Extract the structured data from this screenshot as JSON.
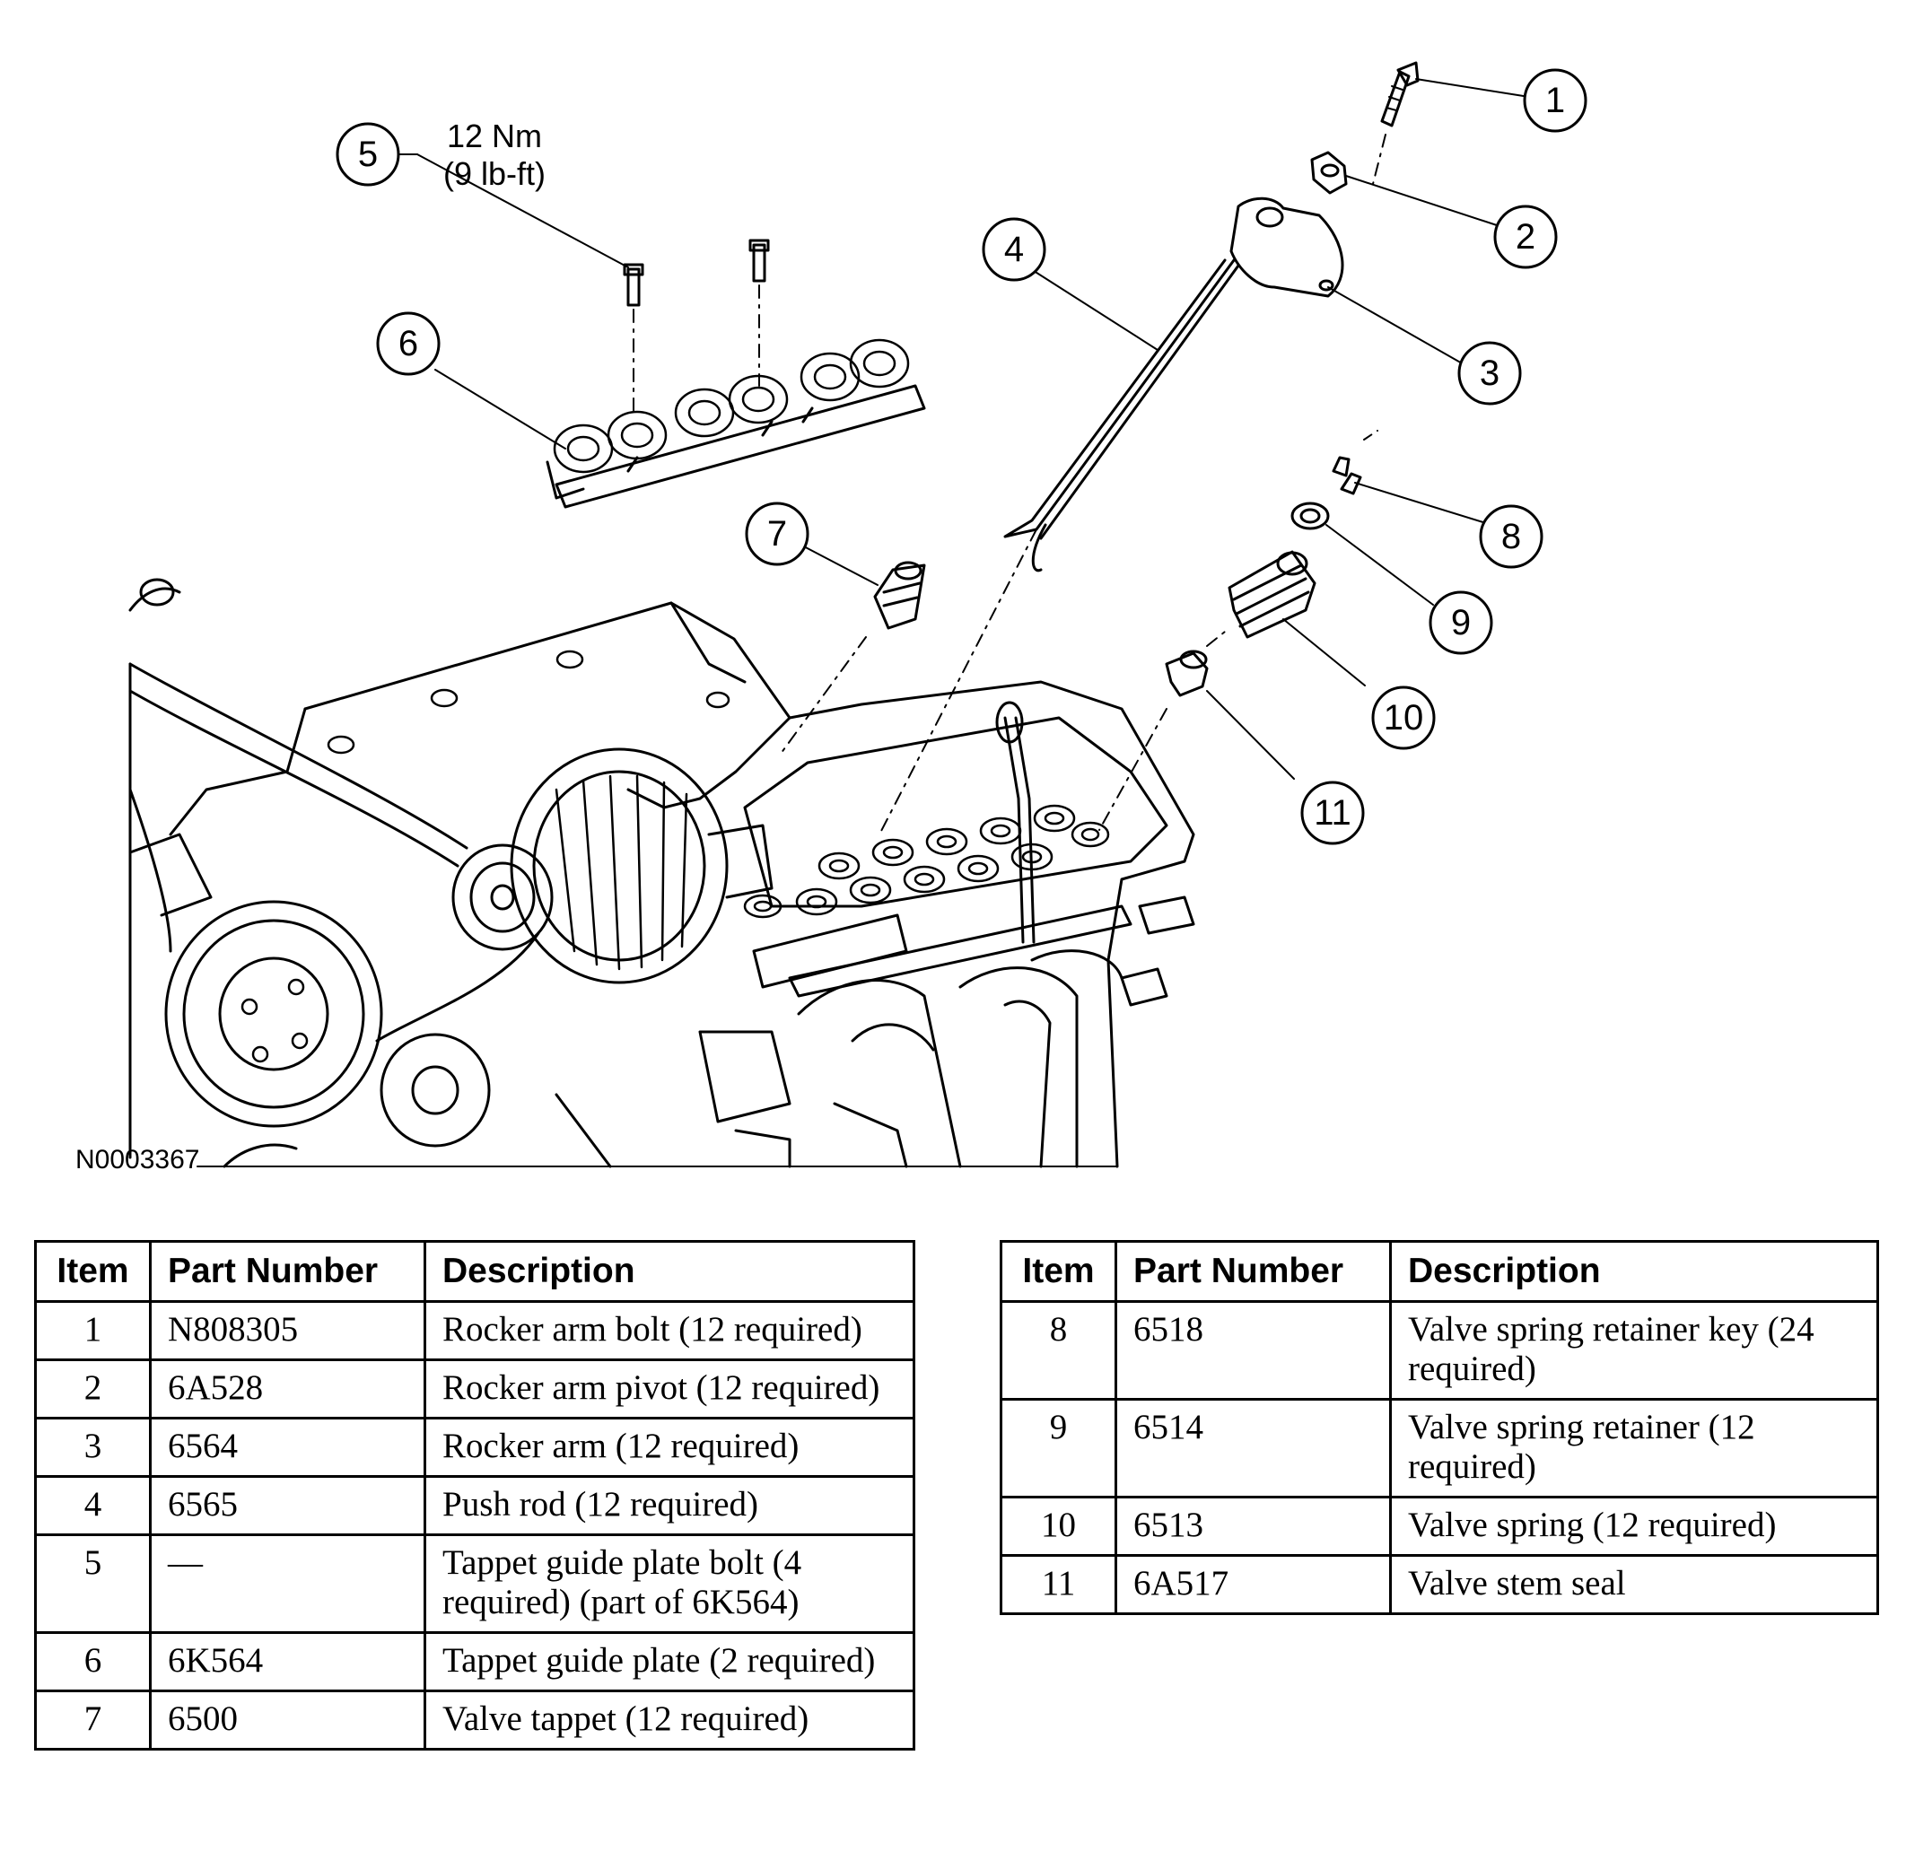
{
  "figure": {
    "code": "N0003367",
    "torque": {
      "nm": "12 Nm",
      "lbft": "(9 lb-ft)"
    },
    "callouts": [
      "1",
      "2",
      "3",
      "4",
      "5",
      "6",
      "7",
      "8",
      "9",
      "10",
      "11"
    ]
  },
  "table_headers": {
    "item": "Item",
    "part_number": "Part Number",
    "description": "Description"
  },
  "table_left": [
    {
      "item": "1",
      "part": "N808305",
      "desc": "Rocker arm bolt (12 required)"
    },
    {
      "item": "2",
      "part": "6A528",
      "desc": "Rocker arm pivot (12 required)"
    },
    {
      "item": "3",
      "part": "6564",
      "desc": "Rocker arm (12 required)"
    },
    {
      "item": "4",
      "part": "6565",
      "desc": "Push rod (12 required)"
    },
    {
      "item": "5",
      "part": "—",
      "desc": "Tappet guide plate bolt (4 required) (part of 6K564)"
    },
    {
      "item": "6",
      "part": "6K564",
      "desc": "Tappet guide plate (2 required)"
    },
    {
      "item": "7",
      "part": "6500",
      "desc": "Valve tappet (12 required)"
    }
  ],
  "table_right": [
    {
      "item": "8",
      "part": "6518",
      "desc": "Valve spring retainer key (24 required)"
    },
    {
      "item": "9",
      "part": "6514",
      "desc": "Valve spring retainer (12 required)"
    },
    {
      "item": "10",
      "part": "6513",
      "desc": "Valve spring (12 required)"
    },
    {
      "item": "11",
      "part": "6A517",
      "desc": "Valve stem seal"
    }
  ]
}
